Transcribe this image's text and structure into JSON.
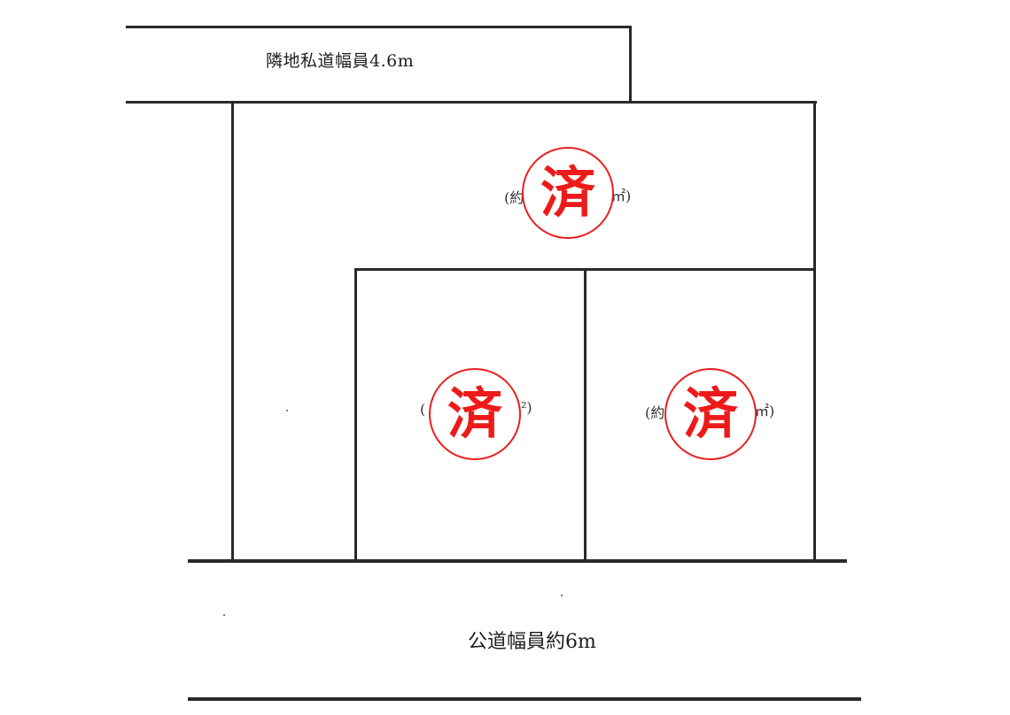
{
  "diagram": {
    "type": "lot-subdivision-plan",
    "roads": {
      "adjacent_private_road": {
        "label": "隣地私道幅員4.6m"
      },
      "public_road": {
        "label": "公道幅員約6m"
      }
    },
    "lots": [
      {
        "id": "lot-top",
        "area_text_left": "(約",
        "area_text_right": "㎡)",
        "stamp": "済",
        "status": "sold"
      },
      {
        "id": "lot-bottom-left",
        "area_text_left": "(",
        "area_text_right": "²)",
        "stamp": "済",
        "status": "sold"
      },
      {
        "id": "lot-bottom-right",
        "area_text_left": "(約",
        "area_text_right": "㎡)",
        "stamp": "済",
        "status": "sold"
      }
    ],
    "colors": {
      "lines": "#2a2a2a",
      "stamp": "#e8201f",
      "background": "#ffffff"
    }
  }
}
